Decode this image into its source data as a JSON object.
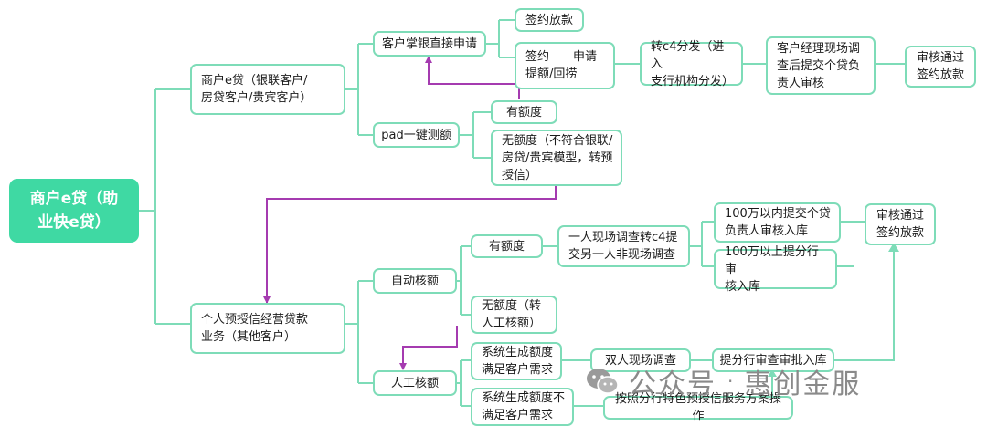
{
  "colors": {
    "connector": "#7edcb8",
    "arrow": "#a53bb0",
    "root_fill": "#3fd9a3",
    "node_border": "#7edcb8"
  },
  "nodes": {
    "root": "商户e贷（助\n业快e贷）",
    "merchant_loan": "商户e贷（银联客户/\n房贷客户/贵宾客户）",
    "personal_credit": "个人预授信经营贷款\n业务（其他客户）",
    "apply_direct": "客户掌银直接申请",
    "pad_test": "pad一键测额",
    "sign_release_1": "签约放款",
    "sign_apply": "签约——申请\n提额/回捞",
    "transfer_c4": "转c4分发（进入\n支行机构分发）",
    "manager_survey": "客户经理现场调\n查后提交个贷负\n责人审核",
    "approve_sign_1": "审核通过\n签约放款",
    "has_quota_1": "有额度",
    "no_quota_1": "无额度（不符合银联/\n房贷/贵宾模型，转预\n授信）",
    "auto_check": "自动核额",
    "manual_check": "人工核额",
    "has_quota_2": "有额度",
    "one_person_survey": "一人现场调查转c4提\n交另一人非现场调查",
    "under_1m": "100万以内提交个贷\n负责人审核入库",
    "over_1m": "100万以上提分行审\n核入库",
    "approve_sign_2": "审核通过\n签约放款",
    "no_quota_2": "无额度（转\n人工核额）",
    "sys_meet": "系统生成额度\n满足客户需求",
    "sys_not_meet": "系统生成额度不\n满足客户需求",
    "two_person_survey": "双人现场调查",
    "branch_review": "提分行审查审批入库",
    "branch_special": "按照分行特色预授信服务方案操作"
  },
  "watermark": {
    "prefix": "公众号",
    "name": "惠创金服",
    "icon": "wechat-icon"
  }
}
